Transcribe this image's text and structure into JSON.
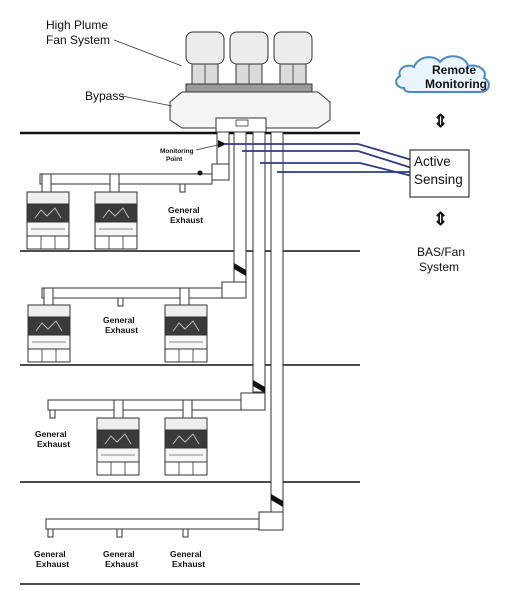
{
  "labels": {
    "fan_system_line1": "High Plume",
    "fan_system_line2": "Fan System",
    "bypass": "Bypass",
    "remote_line1": "Remote",
    "remote_line2": "Monitoring",
    "active_line1": "Active",
    "active_line2": "Sensing",
    "bas_line1": "BAS/Fan",
    "bas_line2": "System",
    "monitoring_line1": "Monitoring",
    "monitoring_line2": "Point",
    "general": "General",
    "exhaust": "Exhaust"
  },
  "icons": {
    "updown": "⇕"
  },
  "colors": {
    "duct_stroke": "#333333",
    "floor": "#111111",
    "sensor_line": "#2a3a8c",
    "cloud_stroke": "#4a8ac4",
    "cloud_fill": "#eaf4fc"
  }
}
